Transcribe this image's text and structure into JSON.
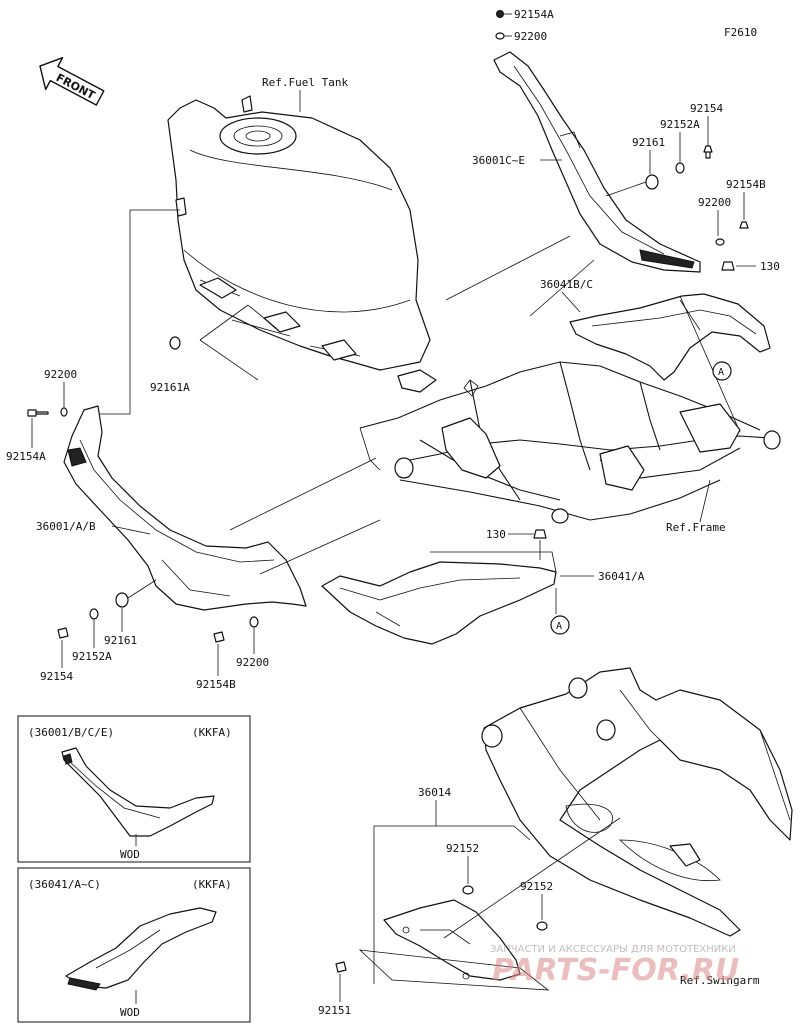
{
  "figure_code": "F2610",
  "front_arrow_label": "FRONT",
  "refs": {
    "fuel_tank": "Ref.Fuel Tank",
    "frame": "Ref.Frame",
    "swingarm": "Ref.Swingarm"
  },
  "callout_letter": "A",
  "parts": {
    "p92154A_top": "92154A",
    "p92200_top": "92200",
    "p92154_r": "92154",
    "p92152A_r": "92152A",
    "p92161_r": "92161",
    "p36001CE": "36001C~E",
    "p92154B_r": "92154B",
    "p92200_r": "92200",
    "p130_r": "130",
    "p36041BC": "36041B/C",
    "p92161A": "92161A",
    "p92200_l": "92200",
    "p92154A_l": "92154A",
    "p36001AB": "36001/A/B",
    "p92161_l": "92161",
    "p92152A_l": "92152A",
    "p92154_l": "92154",
    "p92200_b": "92200",
    "p92154B_b": "92154B",
    "p130_c": "130",
    "p36041A": "36041/A",
    "p36014": "36014",
    "p92152_a": "92152",
    "p92152_b": "92152",
    "p92151": "92151"
  },
  "insets": [
    {
      "codes": "(36001/B/C/E)",
      "variant": "(KKFA)",
      "color": "WOD"
    },
    {
      "codes": "(36041/A~C)",
      "variant": "(KKFA)",
      "color": "WOD"
    }
  ],
  "watermark": {
    "top": "ЗАПЧАСТИ И АКСЕССУАРЫ ДЛЯ МОТОТЕХНИКИ",
    "main": "PARTS-FOR.RU"
  }
}
